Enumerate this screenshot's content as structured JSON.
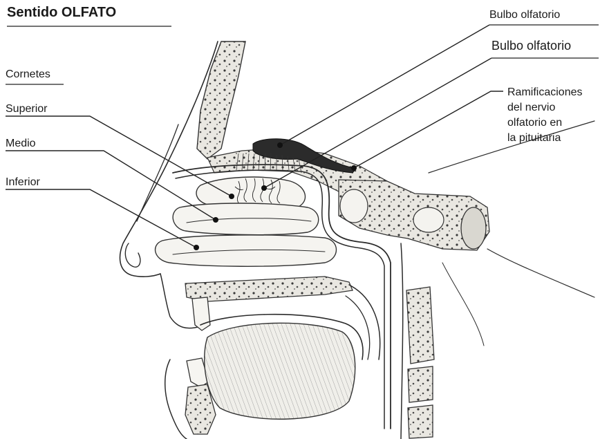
{
  "title": "Sentido OLFATO",
  "left_labels": {
    "group": "Cornetes",
    "items": [
      "Superior",
      "Medio",
      "Inferior"
    ]
  },
  "right_labels": {
    "bulbo_1": "Bulbo olfatorio",
    "bulbo_2": "Bulbo olfatorio",
    "ramificaciones": [
      "Ramificaciones",
      "del nervio",
      "olfatorio en",
      "la pituitaria"
    ]
  }
}
